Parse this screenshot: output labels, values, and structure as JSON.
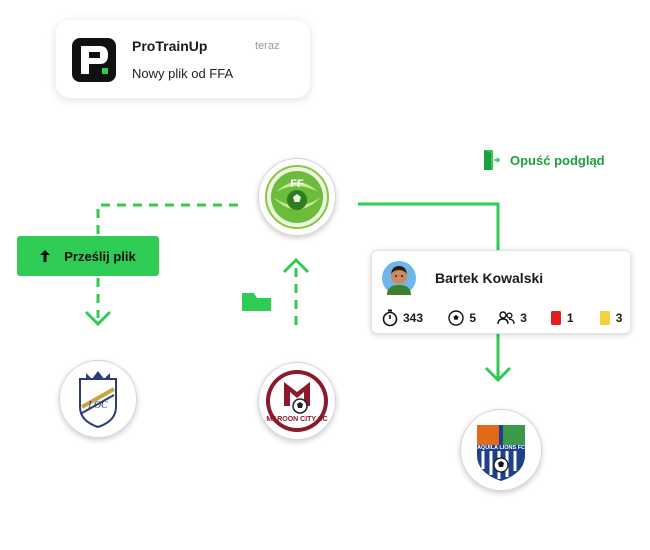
{
  "notification": {
    "app_name": "ProTrainUp",
    "time": "teraz",
    "message": "Nowy plik od FFA"
  },
  "leave_preview": {
    "label": "Opuść podgląd"
  },
  "upload": {
    "label": "Prześlij plik"
  },
  "federation": {
    "logo_text": "FF"
  },
  "clubs": {
    "left": {
      "logo_text": "LOC"
    },
    "middle": {
      "logo_text": "MAROON CITY SC"
    },
    "right": {
      "logo_text": "AQUILA LIONS FC"
    }
  },
  "player": {
    "name": "Bartek Kowalski",
    "stats": {
      "minutes": "343",
      "goals": "5",
      "appearances": "3",
      "red_cards": "1",
      "yellow_cards": "3"
    }
  },
  "colors": {
    "accent_green": "#2ecc55",
    "dark_green": "#1d9e3e",
    "red_card": "#e02020",
    "yellow_card": "#f5d142",
    "maroon": "#8b1a2b"
  }
}
